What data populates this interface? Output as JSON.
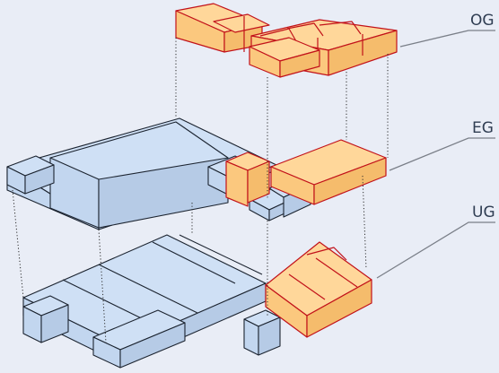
{
  "floors": {
    "og": "OG",
    "eg": "EG",
    "ug": "UG"
  },
  "colors": {
    "background": "#e9edf6",
    "existing_fill": "#cfe0f5",
    "existing_stroke": "#1c2430",
    "highlight_fill": "#ffd79a",
    "highlight_stroke": "#c2121a"
  }
}
